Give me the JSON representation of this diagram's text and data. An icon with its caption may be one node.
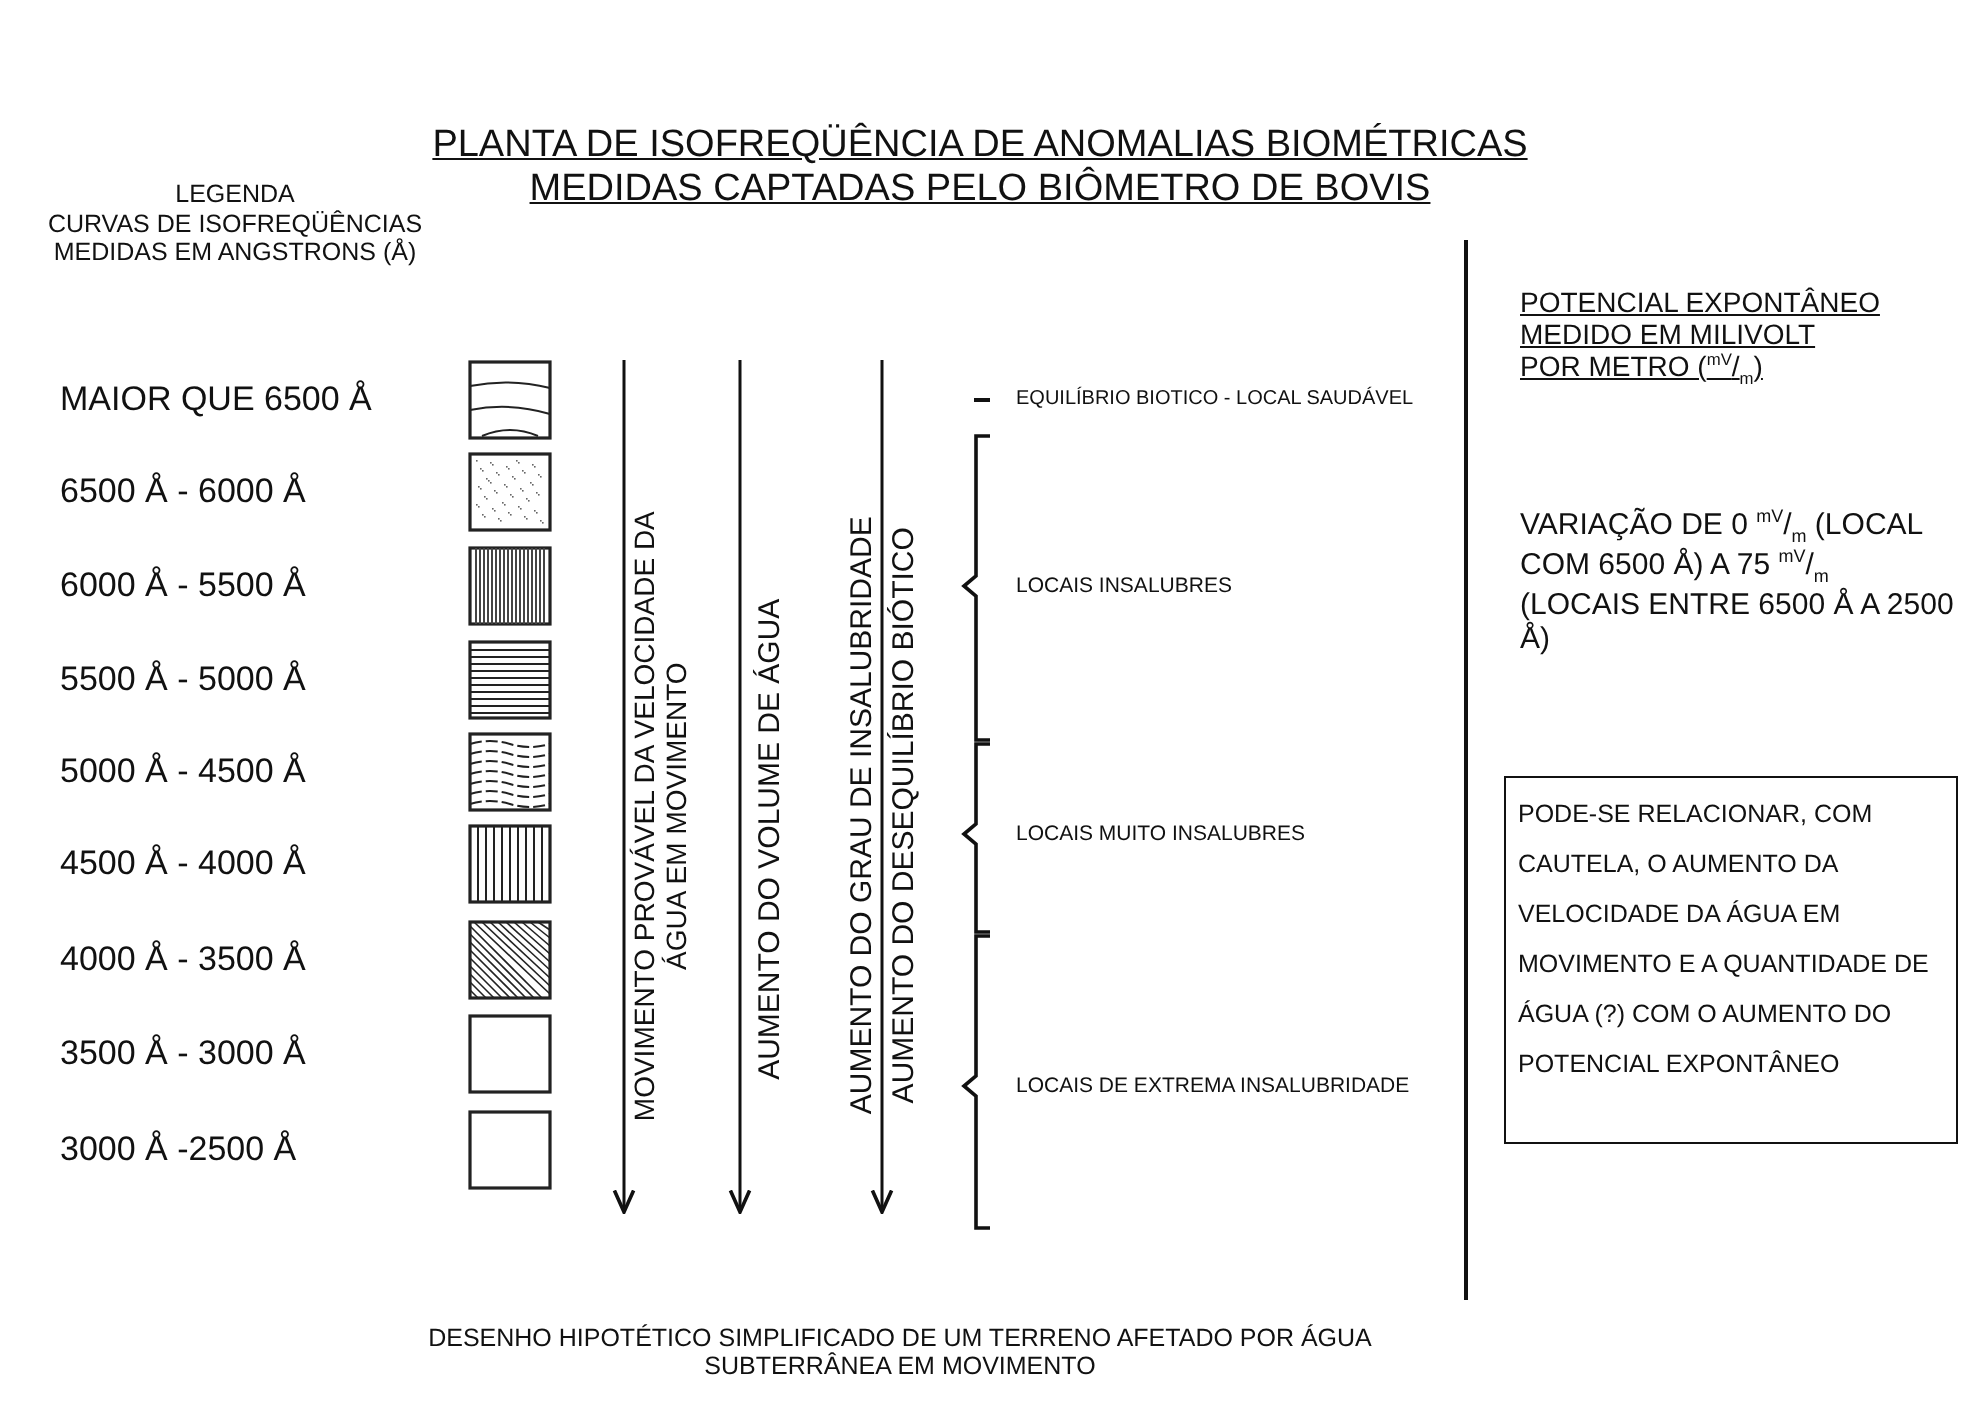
{
  "diagram": {
    "title": "PLANTA DE ISOFREQÜÊNCIA DE ANOMALIAS BIOMÉTRICAS MEDIDAS CAPTADAS PELO BIÔMETRO DE BOVIS",
    "caption": "DESENHO HIPOTÉTICO SIMPLIFICADO DE UM TERRENO AFETADO POR ÁGUA SUBTERRÂNEA EM MOVIMENTO",
    "nodes": [
      {
        "text": [
          "PODE-SE RELACIONAR, COM CAUTELA, O AUMENTO DA VELOCIDADE DA ÁGUA EM MOVIMENTO E A QUANTIDADE DE ÁGUA (?) COM O AUMENTO DO POTENCIAL EXPONTÂNEO"
        ]
      }
    ],
    "labels": [
      "LEGENDA",
      "CURVAS DE ISOFREQÜÊNCIAS MEDIDAS EM ANGSTRONS (Å)",
      "MOVIMENTO PROVÁVEL DA VELOCIDADE DA ÁGUA EM MOVIMENTO",
      "AUMENTO DO VOLUME DE ÁGUA",
      "AUMENTO DO GRAU DE INSALUBRIDADE",
      "AUMENTO DO DESEQUILÍBRIO BIÓTICO",
      "EQUILÍBRIO BIOTICO - LOCAL SAUDÁVEL",
      "LOCAIS INSALUBRES",
      "LOCAIS MUITO INSALUBRES",
      "LOCAIS DE EXTREMA INSALUBRIDADE",
      "POTENCIAL EXPONTÂNEO MEDIDO EM MILIVOLT POR METRO ($^{mV}$/$_{m}$)",
      "VARIAÇÃO DE 0 $^{mV}$/$_{m}$ (LOCAL COM 6500 Å) A 75 $^{mV}$/$_{m}$ (LOCAIS ENTRE 6500 Å A 2500 Å)"
    ],
    "legend": [
      {
        "text": "MAIOR QUE 6500 Å"
      },
      {
        "text": "6500 Å - 6000 Å"
      },
      {
        "text": "6000 Å - 5500 Å"
      },
      {
        "text": "5500 Å - 5000 Å"
      },
      {
        "text": "5000 Å - 4500 Å"
      },
      {
        "text": "4500 Å - 4000 Å"
      },
      {
        "text": "4000 Å - 3500 Å"
      },
      {
        "text": "3500 Å - 3000 Å"
      },
      {
        "text": "3000 Å -2500 Å"
      }
    ]
  }
}
